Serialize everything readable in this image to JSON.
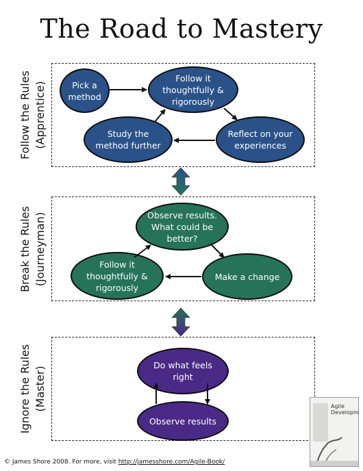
{
  "title": "The Road to Mastery",
  "sections": [
    {
      "label_main": "Follow the Rules",
      "label_sub": "(Apprentice)",
      "nodes": [
        "Pick a method",
        "Follow it thoughtfully & rigorously",
        "Study the method further",
        "Reflect on your experiences"
      ]
    },
    {
      "label_main": "Break the Rules",
      "label_sub": "(Journeyman)",
      "nodes": [
        "Observe results. What could be better?",
        "Follow it thoughtfully & rigorously",
        "Make a change"
      ]
    },
    {
      "label_main": "Ignore the Rules",
      "label_sub": "(Master)",
      "nodes": [
        "Do what feels right",
        "Observe results"
      ]
    }
  ],
  "footer": {
    "text": "© James Shore 2008.  For more, visit ",
    "link": "http://jamesshore.com/Agile-Book/"
  },
  "book": {
    "title_line1": "Agile",
    "title_line2": "Development"
  },
  "colors": {
    "blue": "#2a5289",
    "green": "#26735a",
    "purple": "#4a2a86"
  }
}
